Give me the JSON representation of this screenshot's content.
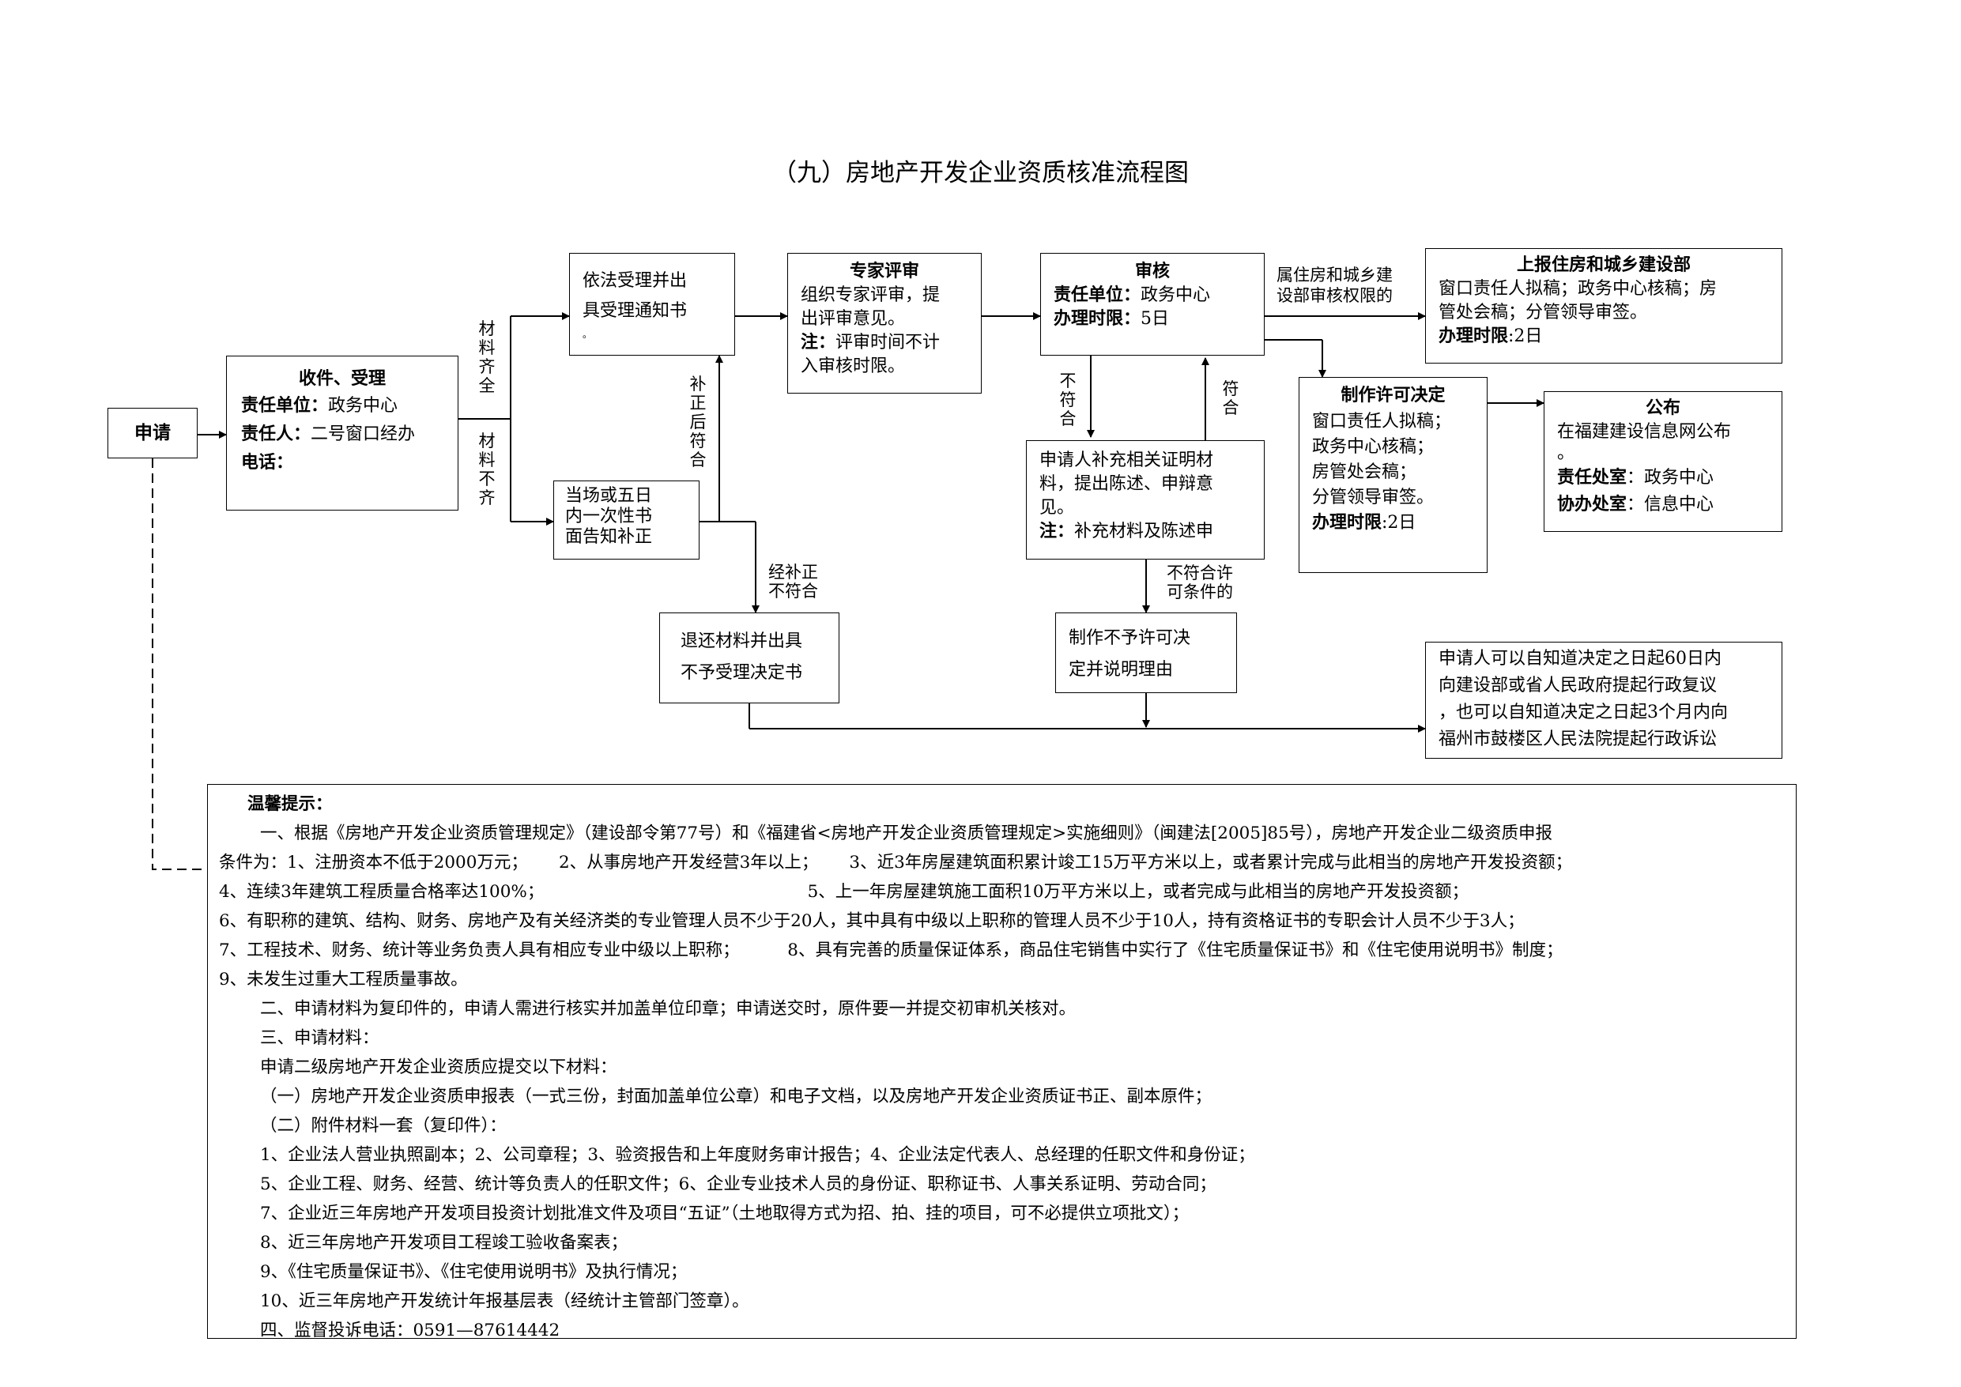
{
  "title": "（九）房地产开发企业资质核准流程图",
  "apply": "申请",
  "receive": {
    "title": "收件、受理",
    "unit_label": "责任单位：",
    "unit": "政务中心",
    "person_label": "责任人：",
    "person": "二号窗口经办",
    "phone_label": "电话："
  },
  "accept": {
    "line1": "依法受理并出",
    "line2": "具受理通知书",
    "line3": "。"
  },
  "supplement": {
    "line1": "当场或五日",
    "line2": "内一次性书",
    "line3": "面告知补正"
  },
  "reject_accept": {
    "line1": "退还材料并出具",
    "line2": "不予受理决定书"
  },
  "expert": {
    "title": "专家评审",
    "line1": "组织专家评审，提",
    "line2": "出评审意见。",
    "note_label": "注：",
    "note1": "评审时间不计",
    "note2": "入审核时限。"
  },
  "review": {
    "title": "审核",
    "unit_label": "责任单位：",
    "unit": "政务中心",
    "time_label": "办理时限：",
    "time": "5日"
  },
  "applicant_supp": {
    "line1": "申请人补充相关证明材",
    "line2": "料，提出陈述、申辩意",
    "line3": "见。",
    "note_label": "注：",
    "note": "补充材料及陈述申"
  },
  "deny": {
    "line1": "制作不予许可决",
    "line2": "定并说明理由"
  },
  "ministry": {
    "title": "上报住房和城乡建设部",
    "line1": "窗口责任人拟稿；政务中心核稿；房",
    "line2": "管处会稿；分管领导审签。",
    "time_label": "办理时限",
    "time": ":2日"
  },
  "permit": {
    "title": "制作许可决定",
    "line1": "窗口责任人拟稿；",
    "line2": "政务中心核稿；",
    "line3": "房管处会稿；",
    "line4": "分管领导审签。",
    "time_label": "办理时限",
    "time": ":2日"
  },
  "publish": {
    "title": "公布",
    "line1": "在福建建设信息网公布",
    "line2": "。",
    "office_label": "责任处室",
    "office": "：政务中心",
    "cut_label": "协办处室",
    "cut": "：信息中心"
  },
  "appeal": {
    "line1": "申请人可以自知道决定之日起60日内",
    "line2": "向建设部或省人民政府提起行政复议",
    "line3": "，也可以自知道决定之日起3个月内向",
    "line4": "福州市鼓楼区人民法院提起行政诉讼"
  },
  "labels": {
    "complete": "材料齐全",
    "incomplete": "材料不齐",
    "after_fix_ok": "补正后符合",
    "after_fix_fail_1": "经补正",
    "after_fix_fail_2": "不符合",
    "not_ok": "不符合",
    "ok": "符合",
    "not_permit_1": "不符合许",
    "not_permit_2": "可条件的",
    "ministry_cond_1": "属住房和城乡建",
    "ministry_cond_2": "设部审核权限的"
  },
  "tips": {
    "title": "温馨提示：",
    "lines": [
      "一、根据《房地产开发企业资质管理规定》（建设部令第77号）和《福建省<房地产开发企业资质管理规定>实施细则》（闽建法[2005]85号），房地产开发企业二级资质申报",
      "条件为：1、注册资本不低于2000万元；　　 2、从事房地产开发经营3年以上；　　 3、近3年房屋建筑面积累计竣工15万平方米以上，或者累计完成与此相当的房地产开发投资额；",
      "4、连续3年建筑工程质量合格率达100%；　　　　　　　　　　　　　　　　5、上一年房屋建筑施工面积10万平方米以上，或者完成与此相当的房地产开发投资额；",
      "6、有职称的建筑、结构、财务、房地产及有关经济类的专业管理人员不少于20人，其中具有中级以上职称的管理人员不少于10人，持有资格证书的专职会计人员不少于3人；",
      "7、工程技术、财务、统计等业务负责人具有相应专业中级以上职称；　　　 8、具有完善的质量保证体系，商品住宅销售中实行了《住宅质量保证书》和《住宅使用说明书》制度；",
      "9、未发生过重大工程质量事故。",
      "二、申请材料为复印件的，申请人需进行核实并加盖单位印章；申请送交时，原件要一并提交初审机关核对。",
      "三、申请材料：",
      "申请二级房地产开发企业资质应提交以下材料：",
      "（一）房地产开发企业资质申报表（一式三份，封面加盖单位公章）和电子文档，以及房地产开发企业资质证书正、副本原件；",
      "（二）附件材料一套（复印件）：",
      "1、企业法人营业执照副本；2、公司章程；3、验资报告和上年度财务审计报告；4、企业法定代表人、总经理的任职文件和身份证；",
      "5、企业工程、财务、经营、统计等负责人的任职文件；6、企业专业技术人员的身份证、职称证书、人事关系证明、劳动合同；",
      "7、企业近三年房地产开发项目投资计划批准文件及项目“五证”（土地取得方式为招、拍、挂的项目，可不必提供立项批文）；",
      "8、近三年房地产开发项目工程竣工验收备案表；",
      "9、《住宅质量保证书》、《住宅使用说明书》及执行情况；",
      "10、近三年房地产开发统计年报基层表（经统计主管部门签章）。",
      "四、监督投诉电话：0591—87614442"
    ]
  }
}
